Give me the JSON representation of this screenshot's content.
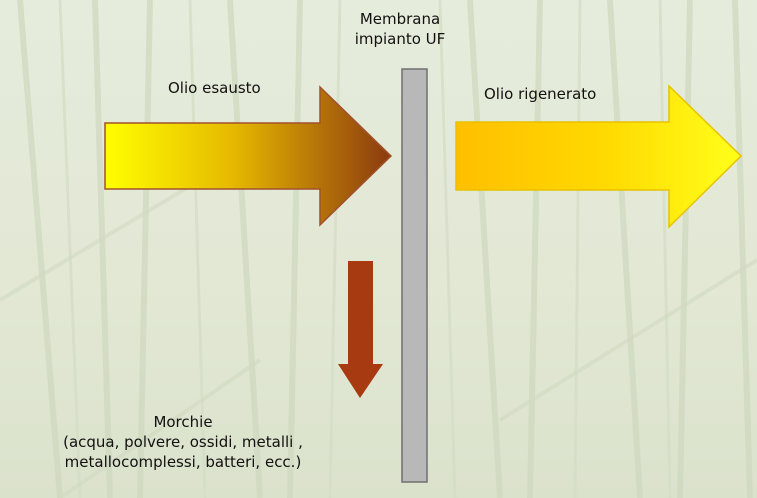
{
  "membrane": {
    "line1": "Membrana",
    "line2": "impianto UF",
    "color": "#b8b8b8"
  },
  "input_flow": {
    "label": "Olio esausto",
    "color_start": "#ffff00",
    "color_end": "#8b3a0f"
  },
  "output_flow": {
    "label": "Olio rigenerato",
    "color_start": "#ffbf00",
    "color_end": "#ffff1a"
  },
  "sludge_flow": {
    "line1": "Morchie",
    "line2": "(acqua, polvere, ossidi, metalli ,",
    "line3": "metallocomplessi, batteri, ecc.)",
    "color": "#a83a12"
  },
  "background": {
    "color": "#e4ead8"
  }
}
